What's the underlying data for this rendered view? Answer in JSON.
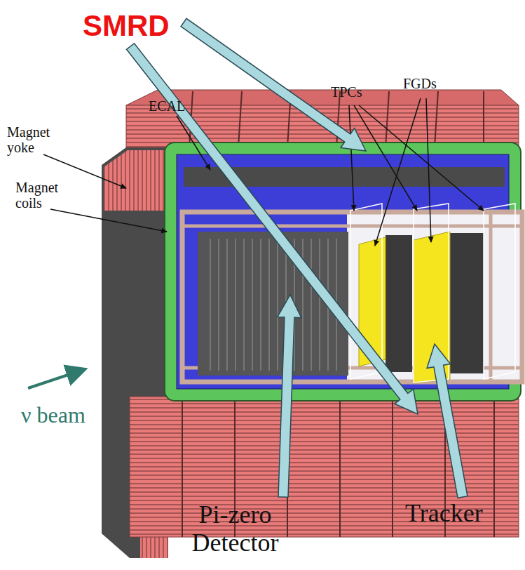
{
  "diagram": {
    "labels": [
      "SMRD",
      "ECAL",
      "TPCs",
      "FGDs",
      "Magnet yoke",
      "Magnet coils",
      "ν beam",
      "Pi-zero Detector",
      "Tracker"
    ]
  }
}
